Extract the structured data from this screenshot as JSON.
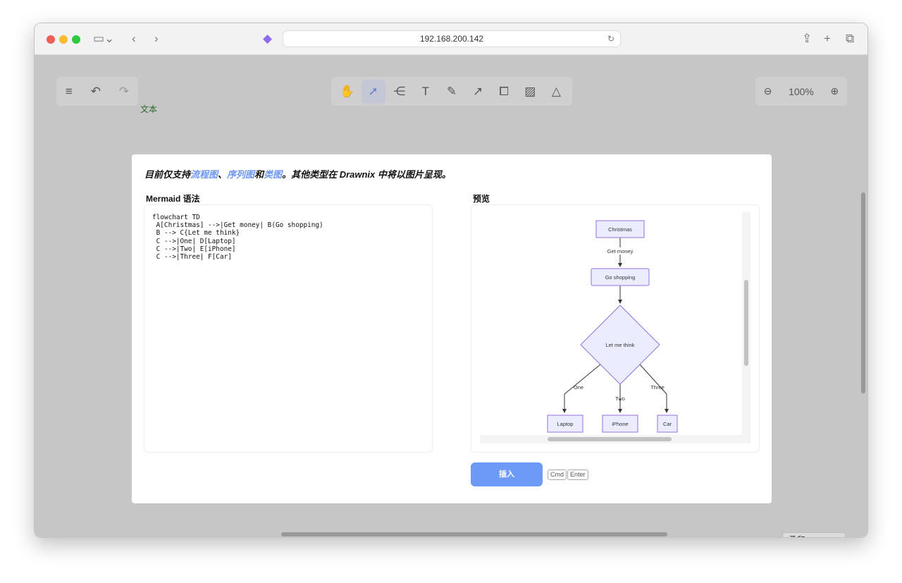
{
  "browser": {
    "url": "192.168.200.142"
  },
  "toolbar": {
    "zoom": "100%"
  },
  "canvas": {
    "text_label": "文本",
    "font_select": "柔和"
  },
  "modal": {
    "intro_prefix": "目前仅支持",
    "link_flowchart": "流程图",
    "sep": "、",
    "link_sequence": "序列图",
    "and": "和",
    "link_class": "类图",
    "intro_suffix": "。其他类型在 Drawnix 中将以图片呈现。",
    "syntax_label": "Mermaid 语法",
    "preview_label": "预览",
    "code": "flowchart TD\n A[Christmas] -->|Get money| B(Go shopping)\n B --> C{Let me think}\n C -->|One| D[Laptop]\n C -->|Two| E[iPhone]\n C -->|Three| F[Car]",
    "insert_button": "插入",
    "kbd_cmd": "Cmd",
    "kbd_enter": "Enter"
  },
  "diagram": {
    "christmas": "Christmas",
    "get_money": "Get money",
    "go_shopping": "Go shopping",
    "think": "Let me think",
    "one": "One",
    "two": "Two",
    "three": "Three",
    "laptop": "Laptop",
    "iphone": "iPhone",
    "car": "Car"
  }
}
